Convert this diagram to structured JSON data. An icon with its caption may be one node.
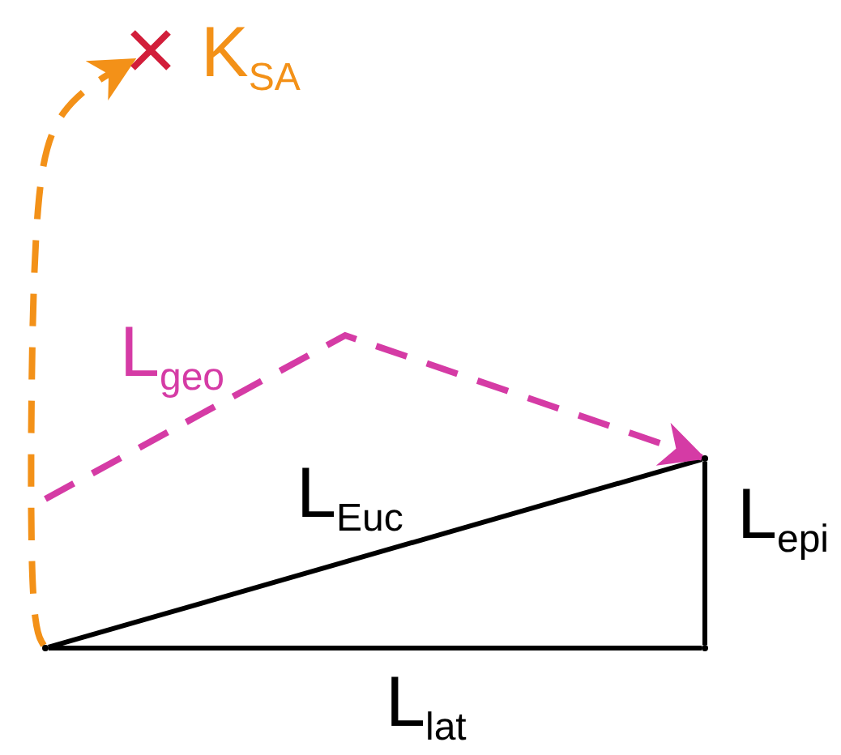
{
  "diagram": {
    "nodes": [
      {
        "text": [],
        "shape": "point"
      },
      {
        "text": [],
        "shape": "point"
      },
      {
        "text": [],
        "shape": "point"
      },
      {
        "text": [],
        "shape": "cross",
        "beside": [
          "K$_{SA}$"
        ]
      }
    ],
    "edges": [
      {
        "from": 0,
        "to": 1,
        "arrow": "none",
        "label": "L$_{Euc}$"
      },
      {
        "from": 0,
        "to": 2,
        "arrow": "none",
        "label": "L$_{lat}$"
      },
      {
        "from": 2,
        "to": 1,
        "arrow": "none",
        "label": "L$_{epi}$"
      },
      {
        "from": null,
        "to": 1,
        "arrow": "to",
        "style": "dashed",
        "color": "#d53ba5",
        "label": "L$_{geo}$"
      },
      {
        "from": 0,
        "to": 3,
        "arrow": "to",
        "style": "dashed",
        "color": "#f39118"
      }
    ]
  }
}
